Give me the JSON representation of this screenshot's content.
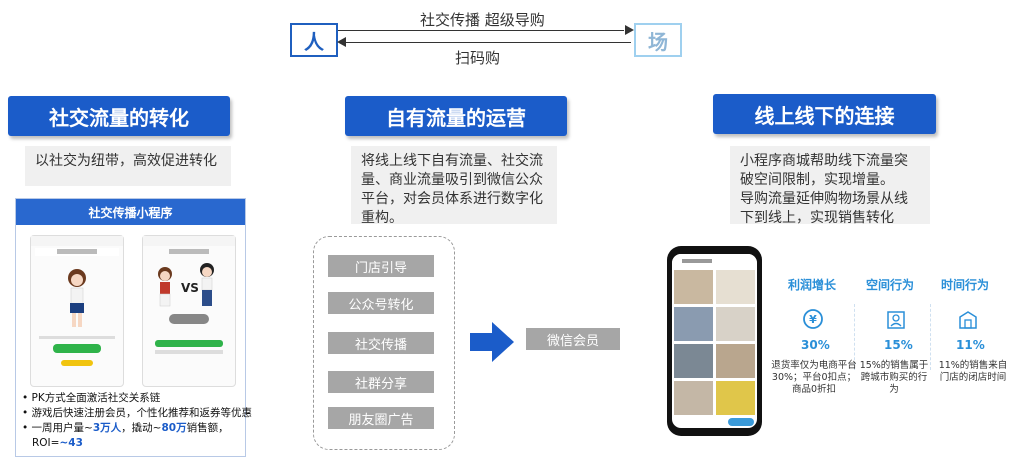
{
  "flow": {
    "left_node": "人",
    "right_node": "场",
    "top_text": "社交传播 超级导购",
    "bottom_text": "扫码购"
  },
  "sections": {
    "social": {
      "title": "社交流量的转化",
      "desc": "以社交为纽带，高效促进转化",
      "card_title": "社交传播小程序",
      "bullets": [
        "PK方式全面激活社交关系链",
        "游戏后快速注册会员，个性化推荐和返券等优惠",
        "一周用户量~",
        "3万人",
        "，撬动~",
        "80万",
        "销售额，",
        "ROI=",
        "~43"
      ]
    },
    "own": {
      "title": "自有流量的运营",
      "desc": "将线上线下自有流量、社交流量、商业流量吸引到微信公众平台，对会员体系进行数字化重构。",
      "channels": [
        "门店引导",
        "公众号转化",
        "社交传播",
        "社群分享",
        "朋友圈广告"
      ],
      "target": "微信会员"
    },
    "o2o": {
      "title": "线上线下的连接",
      "desc": "小程序商城帮助线下流量突破空间限制，实现增量。\n导购流量延伸购物场景从线下到线上，实现销售转化",
      "metrics": [
        {
          "title": "利润增长",
          "value": "30%",
          "icon": "yen-icon",
          "desc": "退货率仅为电商平台30%；平台0扣点；商品0折扣"
        },
        {
          "title": "空间行为",
          "value": "15%",
          "icon": "location-icon",
          "desc": "15%的销售属于跨城市购买的行为"
        },
        {
          "title": "时间行为",
          "value": "11%",
          "icon": "store-icon",
          "desc": "11%的销售来自门店的闭店时间"
        }
      ]
    }
  },
  "colors": {
    "brand_blue": "#1b5cc9",
    "metric_blue": "#2a8fd8",
    "gray_btn": "#a6a6a6"
  }
}
